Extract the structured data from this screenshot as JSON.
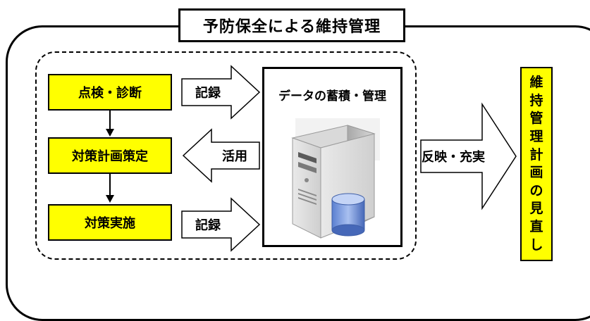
{
  "title": "予防保全による維持管理",
  "steps": {
    "inspection": "点検・診断",
    "planning": "対策計画策定",
    "implementation": "対策実施"
  },
  "arrows": {
    "record_top": "記録",
    "use": "活用",
    "record_bottom": "記録",
    "reflect": "反映・充実"
  },
  "data_store": {
    "title": "データの蓄積・管理",
    "icon": "server-database-icon"
  },
  "plan_review": {
    "text": "維持管理計画の見直し"
  }
}
